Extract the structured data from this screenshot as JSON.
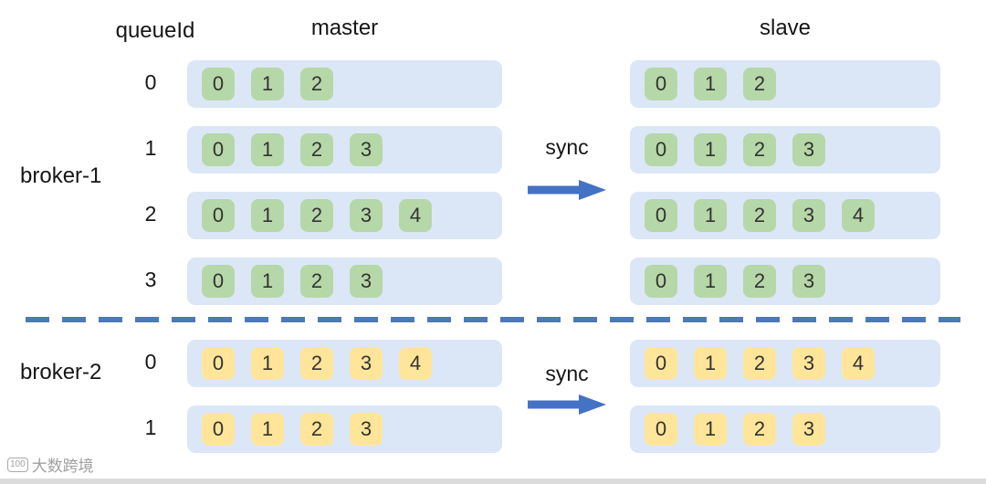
{
  "header": {
    "queue_id_label": "queueId",
    "master_label": "master",
    "slave_label": "slave"
  },
  "colors": {
    "row_bg": "#dbe7f6",
    "green": "#b6d7a8",
    "yellow": "#ffe599",
    "arrow": "#4472c4",
    "dash": "#4d79b5"
  },
  "brokers": [
    {
      "name": "broker-1",
      "sync_label": "sync",
      "cell_color": "green",
      "queues": [
        {
          "queueId": "0",
          "master": [
            "0",
            "1",
            "2"
          ],
          "slave": [
            "0",
            "1",
            "2"
          ]
        },
        {
          "queueId": "1",
          "master": [
            "0",
            "1",
            "2",
            "3"
          ],
          "slave": [
            "0",
            "1",
            "2",
            "3"
          ]
        },
        {
          "queueId": "2",
          "master": [
            "0",
            "1",
            "2",
            "3",
            "4"
          ],
          "slave": [
            "0",
            "1",
            "2",
            "3",
            "4"
          ]
        },
        {
          "queueId": "3",
          "master": [
            "0",
            "1",
            "2",
            "3"
          ],
          "slave": [
            "0",
            "1",
            "2",
            "3"
          ]
        }
      ]
    },
    {
      "name": "broker-2",
      "sync_label": "sync",
      "cell_color": "yellow",
      "queues": [
        {
          "queueId": "0",
          "master": [
            "0",
            "1",
            "2",
            "3",
            "4"
          ],
          "slave": [
            "0",
            "1",
            "2",
            "3",
            "4"
          ]
        },
        {
          "queueId": "1",
          "master": [
            "0",
            "1",
            "2",
            "3"
          ],
          "slave": [
            "0",
            "1",
            "2",
            "3"
          ]
        }
      ]
    }
  ],
  "watermark": {
    "logo": "100",
    "text": "大数跨境"
  }
}
